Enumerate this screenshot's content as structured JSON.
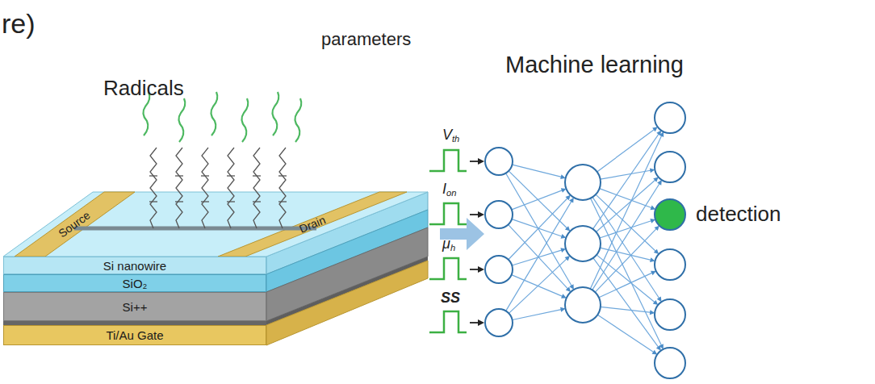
{
  "diagram": {
    "nodes": [
      {
        "text": [
          "Si nanowire"
        ]
      },
      {
        "text": [
          "SiO₂"
        ]
      },
      {
        "text": [
          "Si++"
        ]
      },
      {
        "text": [
          "Ti/Au Gate"
        ]
      }
    ],
    "labels": [
      "re)",
      "parameters",
      "Machine learning",
      "Radicals",
      "Vth",
      "Ion",
      "μh",
      "SS",
      "detection",
      "Source",
      "Drain"
    ]
  }
}
